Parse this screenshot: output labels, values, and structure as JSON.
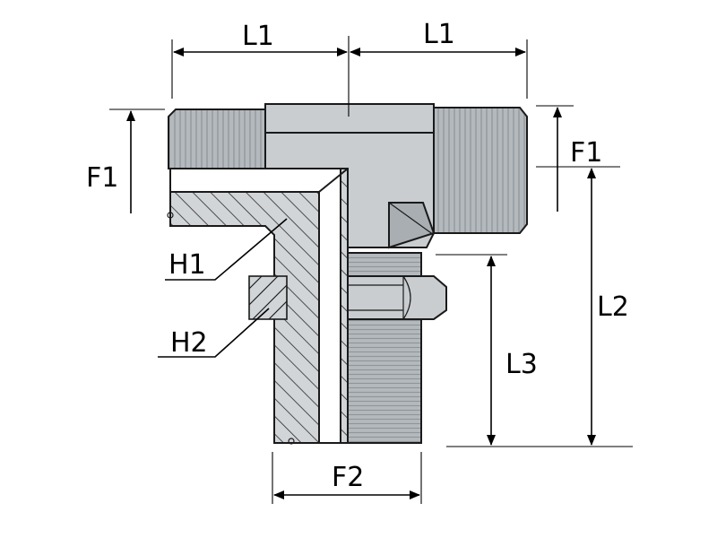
{
  "labels": {
    "l1_left": "L1",
    "l1_right": "L1",
    "f1_left": "F1",
    "f1_right": "F1",
    "h1": "H1",
    "h2": "H2",
    "l2": "L2",
    "l3": "L3",
    "f2": "F2"
  },
  "colors": {
    "body": "#c9cdd0",
    "body_dark": "#a9aeb2",
    "thread": "#b4b9bd",
    "thread_line": "#8f9599",
    "section": "#d2d5d8",
    "hatch": "#2a2a2a",
    "line": "#000000"
  }
}
